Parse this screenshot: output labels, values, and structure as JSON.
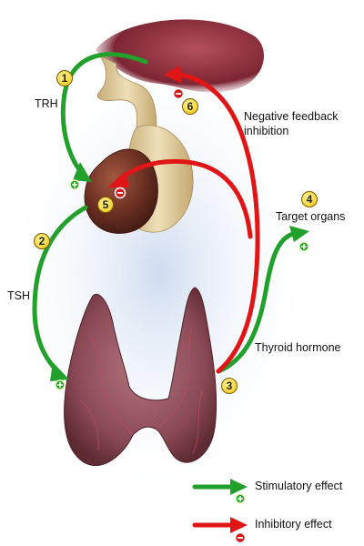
{
  "labels": {
    "trh": "TRH",
    "tsh": "TSH",
    "negative_feedback": "Negative feedback\ninhibition",
    "target_organs": "Target organs",
    "thyroid_hormone": "Thyroid hormone"
  },
  "steps": [
    "1",
    "2",
    "3",
    "4",
    "5",
    "6"
  ],
  "legend": {
    "stimulatory": "Stimulatory effect",
    "inhibitory": "Inhibitory effect"
  },
  "colors": {
    "stimulatory": "#22a02c",
    "inhibitory": "#e01616",
    "step_badge": "#f4d21a",
    "hypothalamus": "#7d2533",
    "pituitary_anterior": "#6b2f22",
    "pituitary_posterior": "#d8c190",
    "thyroid": "#8a4a55"
  },
  "icons": {
    "plus": "plus-icon",
    "minus": "minus-icon"
  }
}
